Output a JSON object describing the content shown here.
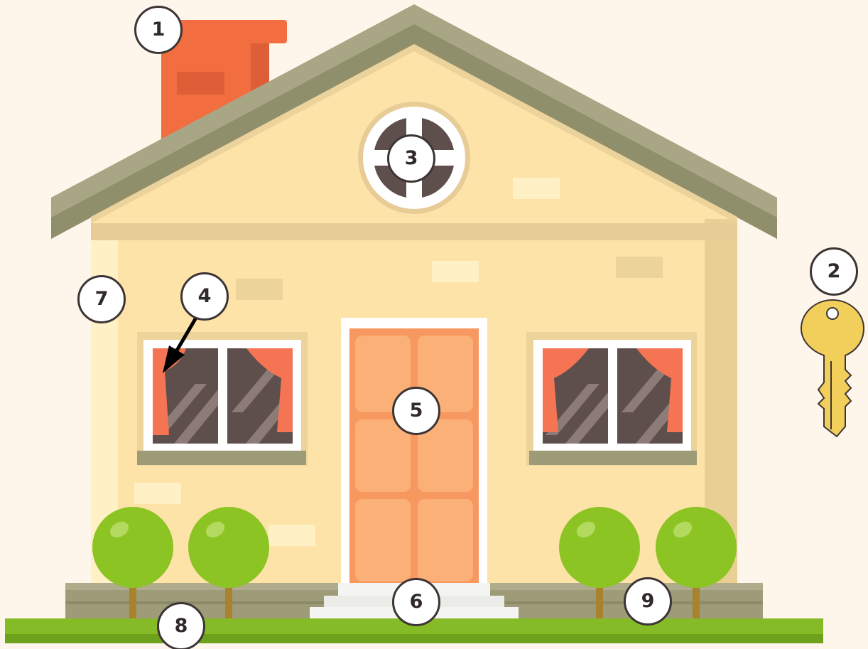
{
  "callouts": [
    {
      "id": "chimney",
      "number": "1"
    },
    {
      "id": "key",
      "number": "2"
    },
    {
      "id": "attic-window",
      "number": "3"
    },
    {
      "id": "curtain",
      "number": "4"
    },
    {
      "id": "front-door",
      "number": "5"
    },
    {
      "id": "front-steps",
      "number": "6"
    },
    {
      "id": "wall",
      "number": "7"
    },
    {
      "id": "lawn",
      "number": "8"
    },
    {
      "id": "hedge",
      "number": "9"
    }
  ],
  "colors": {
    "background": "#fef6ea",
    "chimney": "#f26d40",
    "roof": "#9d9b78",
    "wall": "#fde3a7",
    "door": "#f6985f",
    "curtain": "#f47453",
    "glass": "#5e4f4d",
    "bush": "#8cc424",
    "grass": "#86bb28",
    "key": "#f2cf5b"
  },
  "icons": {
    "arrow": "arrow-down-left-icon",
    "key": "key-icon"
  }
}
